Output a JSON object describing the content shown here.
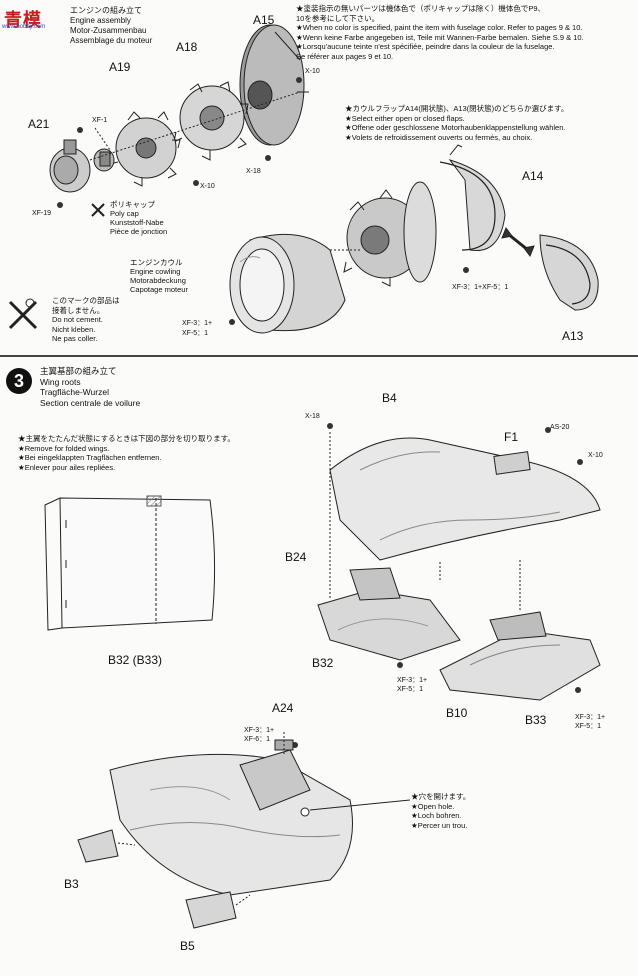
{
  "watermark": {
    "glyphs": "青模",
    "site": "www.hobby.com"
  },
  "engine_section": {
    "title_lines": [
      "エンジンの組み立て",
      "Engine assembly",
      "Motor-Zusammenbau",
      "Assemblage du moteur"
    ],
    "paint_note": [
      "★塗装指示の無いパーツは機体色で（ポリキャップは除く）機体色でP9、",
      "10を参考にして下さい。",
      "★When no color is specified, paint the item with fuselage color. Refer to pages 9 & 10.",
      "★Wenn keine Farbe angegeben ist, Teile mit Wannen-Farbe bemalen. Siehe S.9 & 10.",
      "★Lorsqu'aucune teinte n'est spécifiée, peindre dans la couleur de la fuselage.",
      "Se référer aux pages 9 et 10."
    ],
    "flap_note": [
      "★カウルフラップA14(開状態)、A13(閉状態)のどちらか選びます。",
      "★Select either open or closed flaps.",
      "★Offene oder geschlossene Motorhaubenklappenstellung wählen.",
      "★Volets de refroidissement ouverts ou fermés, au choix."
    ],
    "parts": {
      "a15": "A15",
      "a18": "A18",
      "a19": "A19",
      "a21": "A21",
      "a14": "A14",
      "a13": "A13"
    },
    "paints": {
      "x10_top": "X-10",
      "x18": "X-18",
      "x10_mid": "X-10",
      "xf1": "XF-1",
      "xf19": "XF-19",
      "xf3_xf5_right": "XF-3：1+XF-5：1",
      "xf3_cowl_a": "XF-3：1+",
      "xf3_cowl_b": "XF-5：1"
    },
    "polycap": [
      "ポリキャップ",
      "Poly cap",
      "Kunststoff-Nabe",
      "Pièce de jonction"
    ],
    "cowling": [
      "エンジンカウル",
      "Engine cowling",
      "Motorabdeckung",
      "Capotage moteur"
    ],
    "no_cement": [
      "このマークの部品は",
      "接着しません。",
      "Do not cement.",
      "Nicht kleben.",
      "Ne pas coller."
    ]
  },
  "wing_section": {
    "step_number": "3",
    "title_lines": [
      "主翼基部の組み立て",
      "Wing roots",
      "Tragfläche-Wurzel",
      "Section centrale de voilure"
    ],
    "fold_note": [
      "★主翼をたたんだ状態にするときは下図の部分を切り取ります。",
      "★Remove for folded wings.",
      "★Bei eingeklappten Tragflächen entfernen.",
      "★Enlever pour ailes repliées."
    ],
    "parts": {
      "b4": "B4",
      "f1": "F1",
      "b24": "B24",
      "b32": "B32",
      "b32_b33": "B32 (B33)",
      "b10": "B10",
      "b33": "B33",
      "a24": "A24",
      "b3": "B3",
      "b5": "B5"
    },
    "paints": {
      "x18": "X-18",
      "as20": "AS-20",
      "x10": "X-10",
      "xf3_left_a": "XF-3：1+",
      "xf3_left_b": "XF-5：1",
      "xf3_right_a": "XF-3：1+",
      "xf3_right_b": "XF-5：1",
      "xf3_a24_a": "XF-3：1+",
      "xf3_a24_b": "XF-6：1"
    },
    "open_hole": [
      "★穴を開けます。",
      "★Open hole.",
      "★Loch bohren.",
      "★Percer un trou."
    ]
  }
}
